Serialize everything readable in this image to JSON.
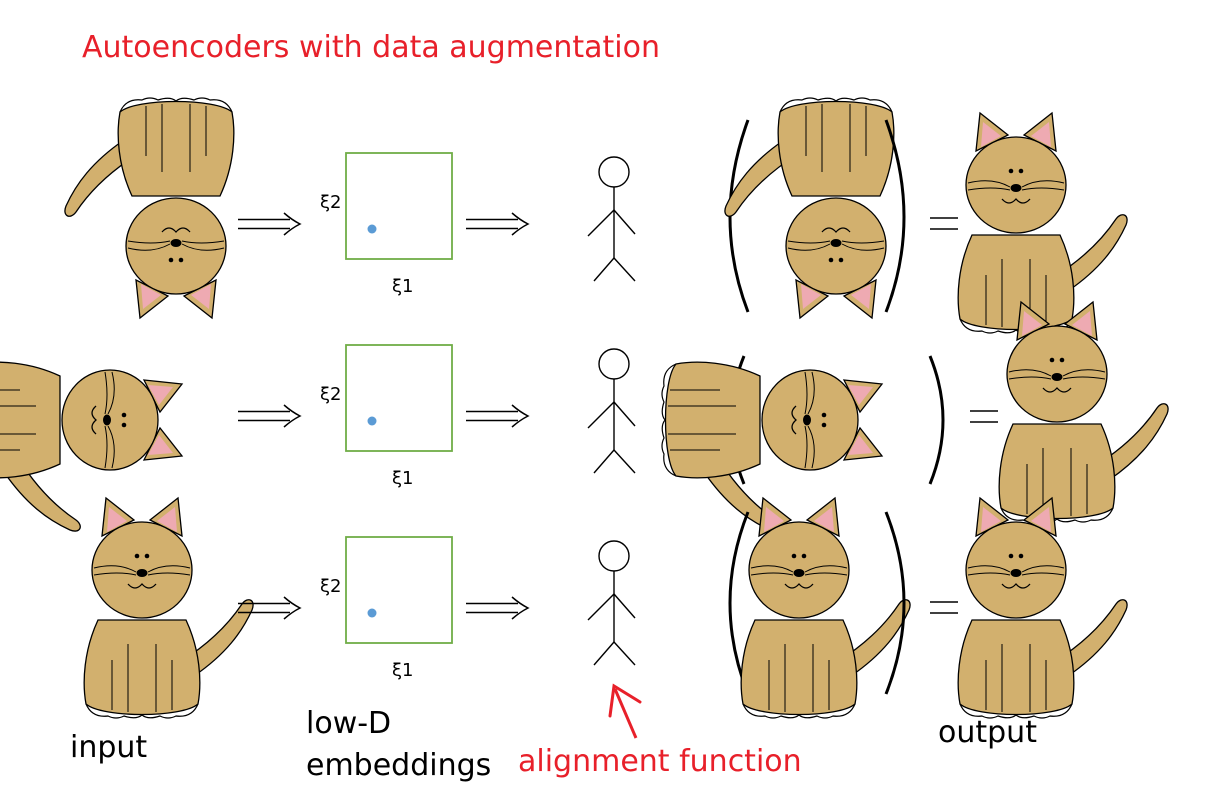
{
  "title": "Autoencoders with data augmentation",
  "labels": {
    "input": "input",
    "embeddings": "low-D\nembeddings",
    "alignment": "alignment function",
    "output": "output"
  },
  "axes": {
    "x": "ξ1",
    "y": "ξ2"
  },
  "rows": [
    {
      "input_rotation_deg": 180
    },
    {
      "input_rotation_deg": 90
    },
    {
      "input_rotation_deg": 0
    }
  ],
  "colors": {
    "title": "#e8202a",
    "cat_body": "#d2b06e",
    "cat_ear_inner": "#eeaab2",
    "embedding_box": "#70ad47",
    "embedding_point": "#5b9bd5",
    "pointer_arrow": "#e8202a"
  },
  "icons": {
    "cat": "cat-illustration",
    "stick_figure": "stick-figure-icon",
    "arrow": "double-arrow-icon"
  }
}
